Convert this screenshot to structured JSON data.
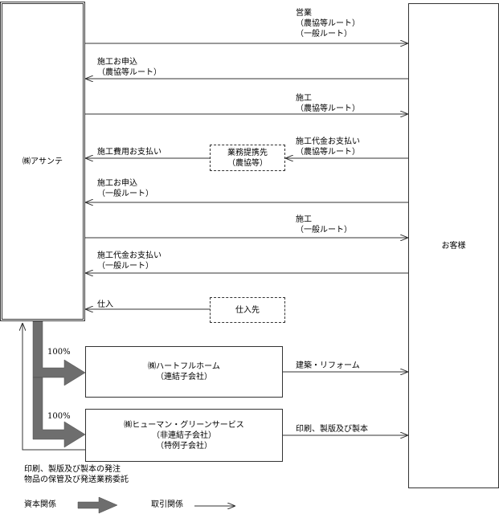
{
  "entities": {
    "company": "㈱アサンテ",
    "customer": "お客様",
    "partner": [
      "業務提携先",
      "（農協等）"
    ],
    "supplier": "仕入先",
    "hf": [
      "㈱ハートフルホーム",
      "（連結子会社）"
    ],
    "hg": [
      "㈱ヒューマン・グリーンサービス",
      "（非連結子会社）",
      "（特例子会社）"
    ]
  },
  "flows": {
    "sales": [
      "営業",
      "（農協等ルート）",
      "（一般ルート）"
    ],
    "apply_coop": [
      "施工お申込",
      "（農協等ルート）"
    ],
    "construct_coop": [
      "施工",
      "（農協等ルート）"
    ],
    "payment_to_coop": [
      "施工代金お支払い",
      "（農協等ルート）"
    ],
    "cost_payment": "施工費用お支払い",
    "apply_general": [
      "施工お申込",
      "（一般ルート）"
    ],
    "construct_general": [
      "施工",
      "（一般ルート）"
    ],
    "payment_general": [
      "施工代金お支払い",
      "（一般ルート）"
    ],
    "purchase": "仕入",
    "hf_service": "建築・リフォーム",
    "hg_service": "印刷、製版及び製本",
    "pct_hf": "100%",
    "pct_hg": "100%",
    "outsourcing": [
      "印刷、製版及び製本の発注",
      "物品の保管及び発送業務委託"
    ]
  },
  "legend": {
    "capital": "資本関係",
    "transaction": "取引関係"
  }
}
